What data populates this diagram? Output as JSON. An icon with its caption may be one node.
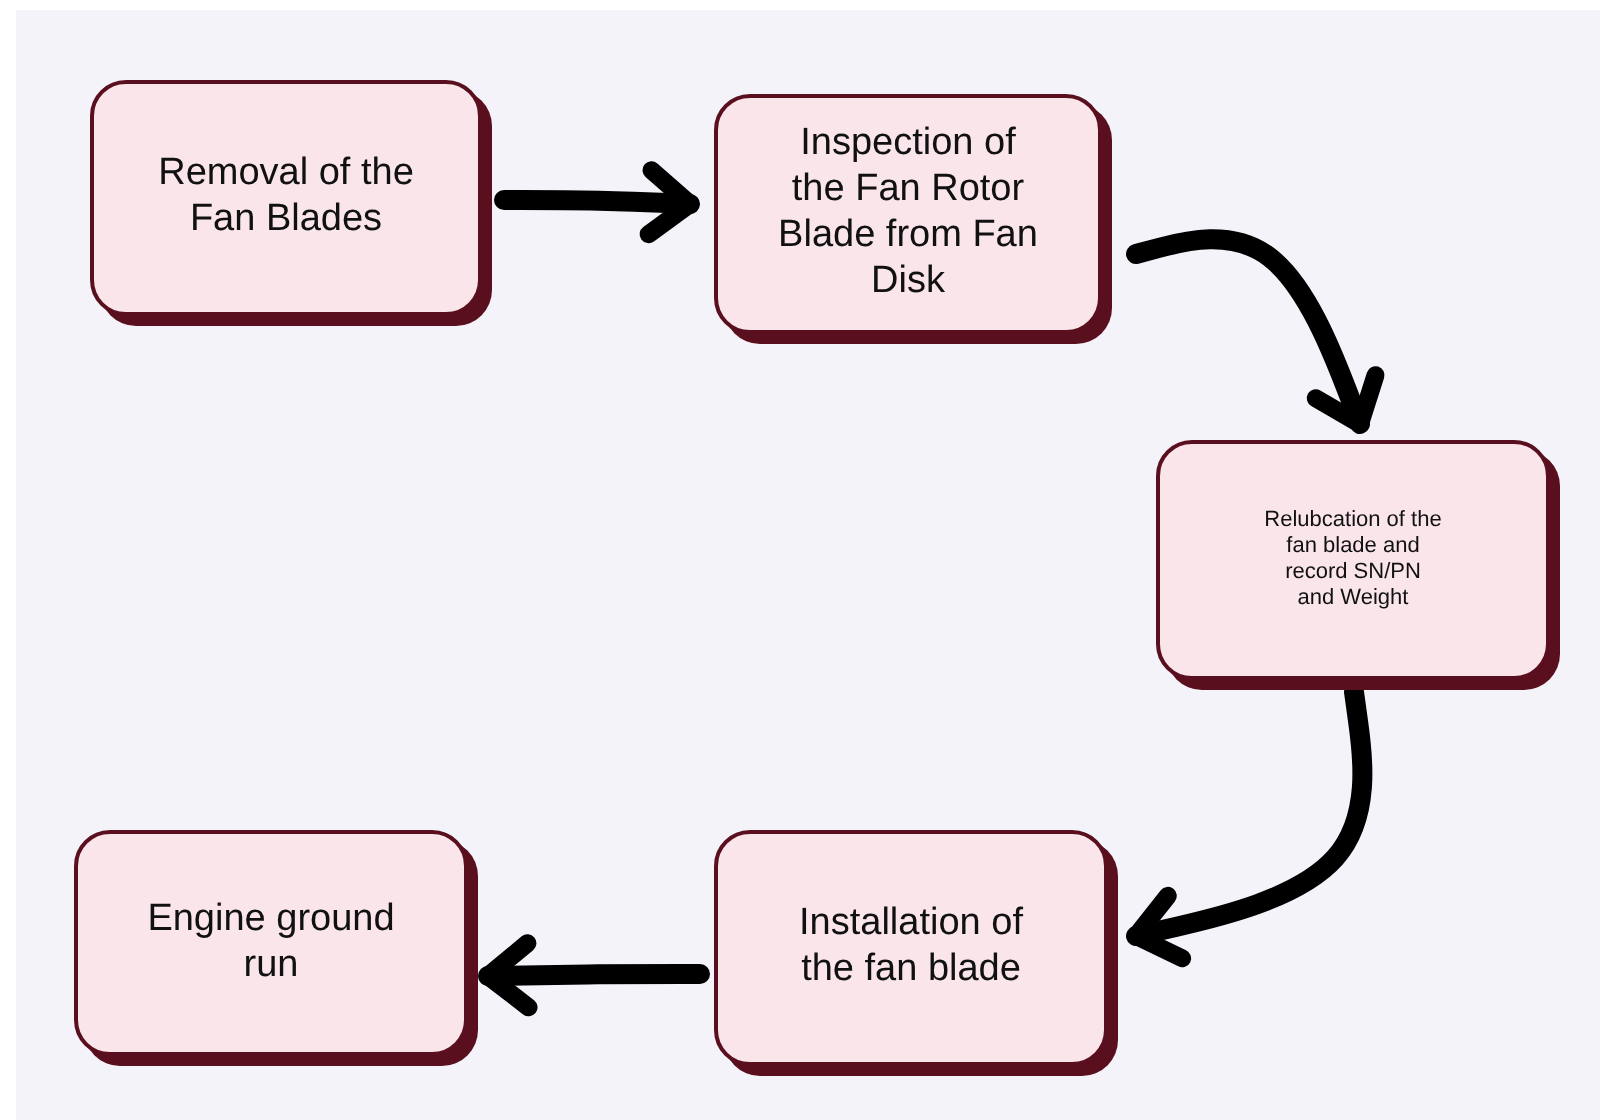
{
  "diagram": {
    "nodes": [
      {
        "text": [
          "Removal of the Fan Blades"
        ]
      },
      {
        "text": [
          "Inspection of the Fan Rotor Blade from Fan Disk"
        ]
      },
      {
        "text": [
          "Relubcation of the fan blade and record SN/PN and Weight"
        ]
      },
      {
        "text": [
          "Installation of the fan blade"
        ]
      },
      {
        "text": [
          "Engine ground run"
        ]
      }
    ],
    "edges": [
      {
        "from": 0,
        "to": 1,
        "arrow": "to"
      },
      {
        "from": 1,
        "to": 2,
        "arrow": "to"
      },
      {
        "from": 2,
        "to": 3,
        "arrow": "to"
      },
      {
        "from": 3,
        "to": 4,
        "arrow": "to"
      }
    ]
  }
}
